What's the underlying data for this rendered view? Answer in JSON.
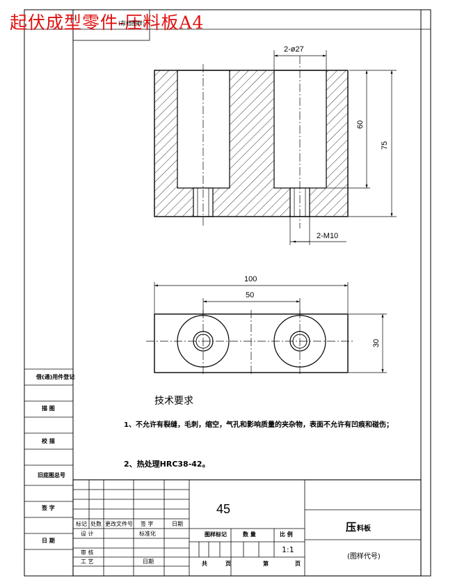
{
  "banner": "起伏成型零件-压料板A4",
  "stamp": "(存档图样)",
  "dims": {
    "holes": "2-ø27",
    "depth": "60",
    "height": "75",
    "thread": "2-M10",
    "length": "100",
    "pitch": "50",
    "width": "30"
  },
  "tech": {
    "heading": "技术要求",
    "items": [
      "1、不允许有裂缝，毛刺，缩空，气孔和影响质量的夹杂物，表面不允许有凹痕和碰伤；",
      "2、热处理HRC38-42。"
    ]
  },
  "side_labels": [
    "借(通)用件登记",
    "描  图",
    "校  描",
    "旧底图总号",
    "签  字",
    "日  期"
  ],
  "title_block": {
    "material": "45",
    "part_name_big": "压",
    "part_name_rest": "料板",
    "drawing_code": "(图样代号)",
    "headers": [
      "标记",
      "处数",
      "更改文件号",
      "签  字",
      "日期"
    ],
    "roles": [
      "设  计",
      "标准化",
      "审  核",
      "工  艺",
      "日期"
    ],
    "stage_labels": [
      "图样标记",
      "数 量",
      "比 例"
    ],
    "scale": "1:1",
    "sheet_labels": [
      "共",
      "页",
      "第",
      "页"
    ]
  }
}
